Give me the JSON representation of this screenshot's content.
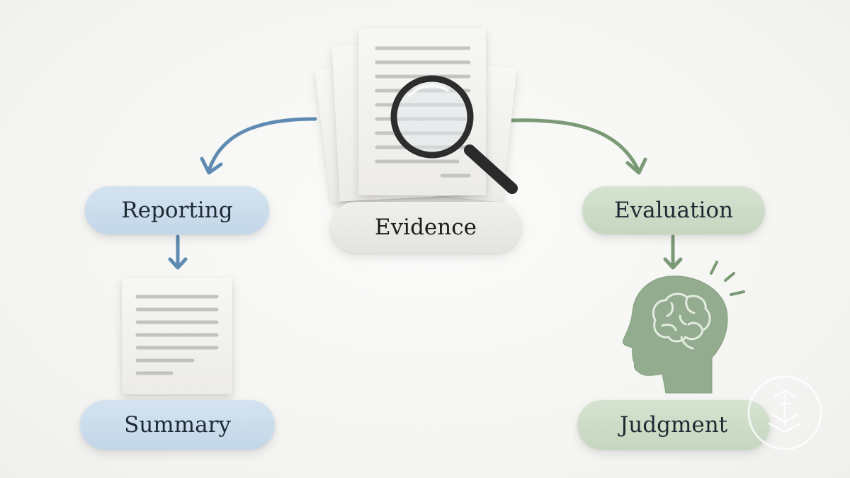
{
  "nodes": {
    "evidence": {
      "label": "Evidence"
    },
    "reporting": {
      "label": "Reporting"
    },
    "summary": {
      "label": "Summary"
    },
    "evaluation": {
      "label": "Evaluation"
    },
    "judgment": {
      "label": "Judgment"
    }
  },
  "icons": {
    "evidence": "documents-with-magnifier-icon",
    "summary": "summary-document-icon",
    "judgment": "head-with-brain-icon",
    "watermark": "logo-watermark-icon"
  },
  "colors": {
    "reporting_pill": "#c9dcec",
    "reporting_arrow": "#5f8bb3",
    "evaluation_pill": "#cbdbc5",
    "evaluation_arrow": "#7a9a76",
    "evidence_pill": "#e9e8e4",
    "head_fill": "#93ab8e",
    "text": "#1e2a33"
  }
}
